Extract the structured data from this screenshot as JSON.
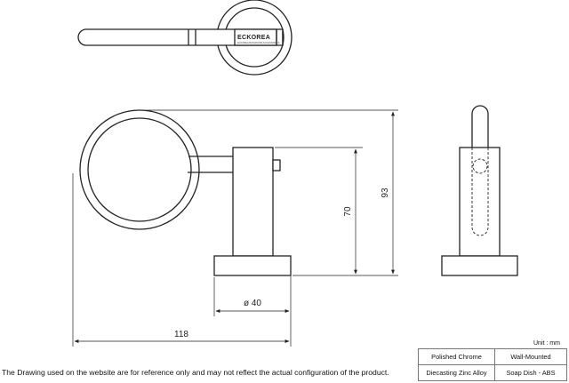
{
  "brand": {
    "name": "ECKOREA",
    "tagline": "ECKOREA BATHROOM ACCESSORIES"
  },
  "dimensions": {
    "width": "118",
    "height_total": "93",
    "height_post": "70",
    "diameter": "ø 40"
  },
  "unit_label": "Unit : mm",
  "specs": {
    "rows": [
      [
        "Polished Chrome",
        "Wall-Mounted"
      ],
      [
        "Diecasting Zinc Alloy",
        "Soap Dish - ABS"
      ]
    ]
  },
  "disclaimer": "The Drawing used on the website are for reference only and may not reflect the actual configuration of the product."
}
